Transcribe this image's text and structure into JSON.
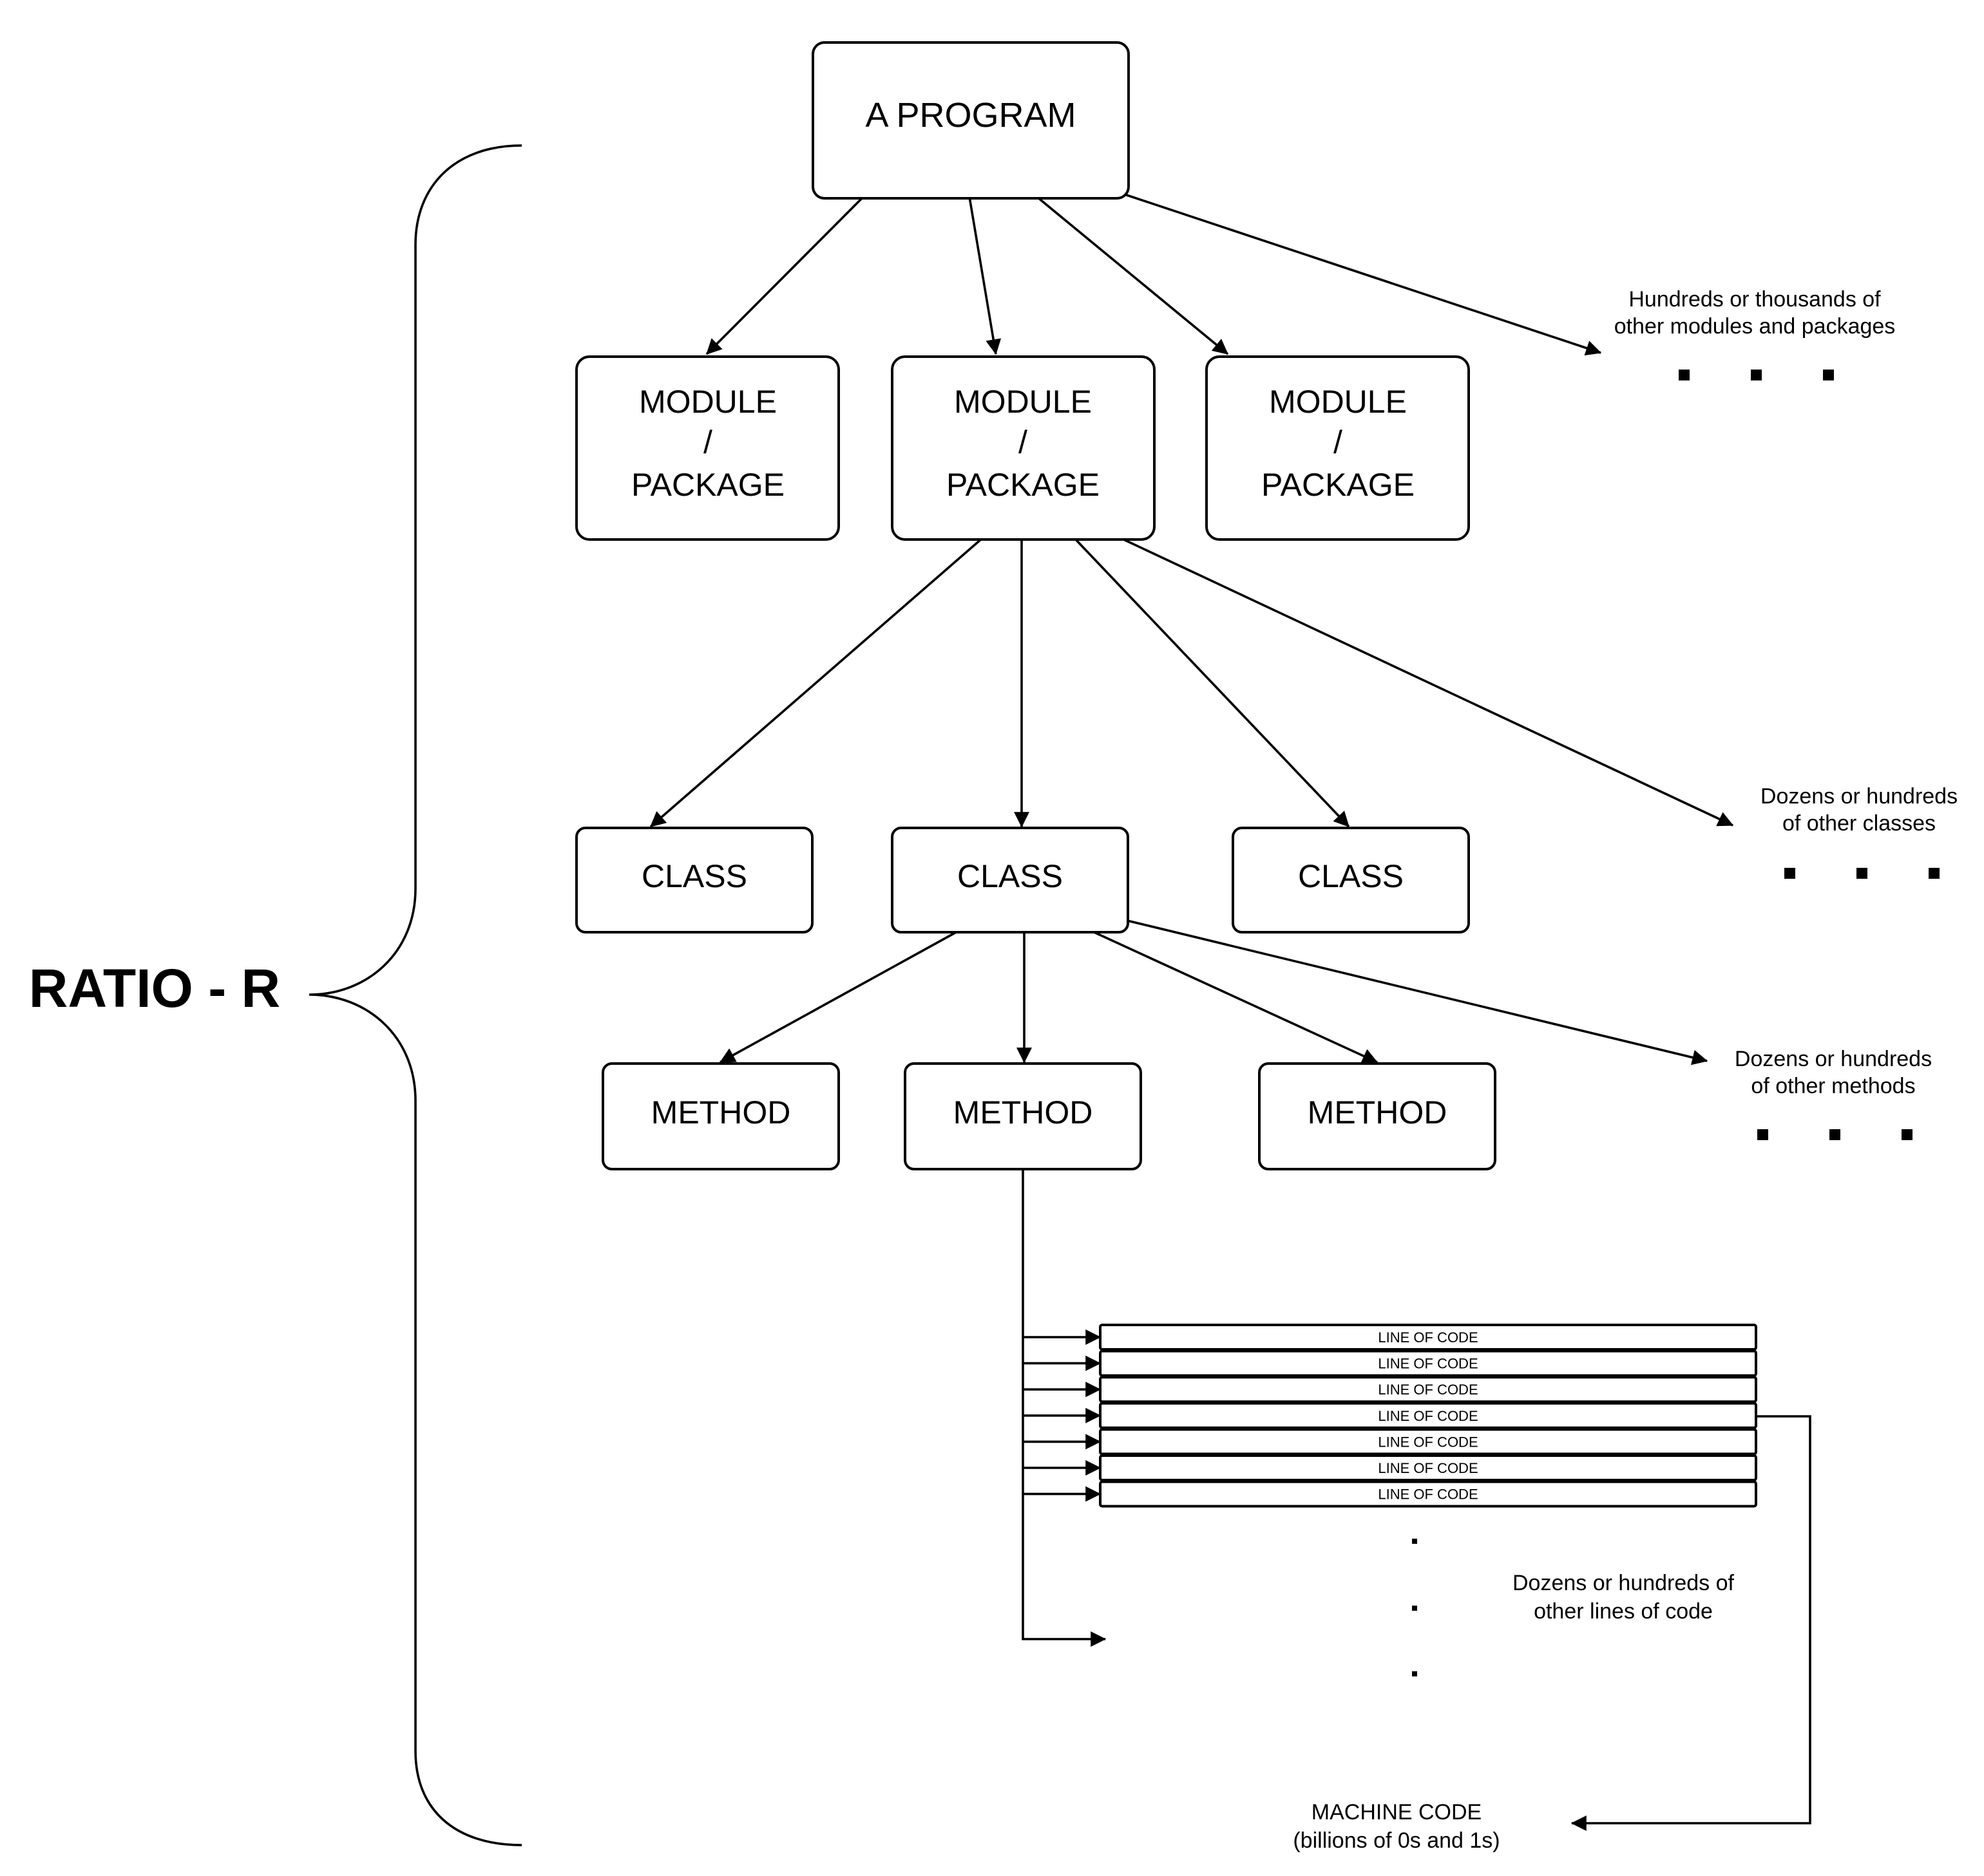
{
  "nodes": {
    "program": "A PROGRAM",
    "module_line1": "MODULE",
    "module_line2": "/",
    "module_line3": "PACKAGE",
    "class": "CLASS",
    "method": "METHOD",
    "line_of_code": "LINE OF CODE"
  },
  "notes": {
    "modules_line1": "Hundreds or thousands of",
    "modules_line2": "other modules and packages",
    "classes_line1": "Dozens or hundreds",
    "classes_line2": "of other classes",
    "methods_line1": "Dozens or hundreds",
    "methods_line2": "of other methods",
    "lines_line1": "Dozens or hundreds of",
    "lines_line2": "other lines of code",
    "machine_line1": "MACHINE CODE",
    "machine_line2": "(billions of 0s and 1s)"
  },
  "ratio_label": "RATIO - R",
  "line_of_code_count": 7,
  "colors": {
    "stroke": "#000000",
    "background": "#ffffff"
  }
}
